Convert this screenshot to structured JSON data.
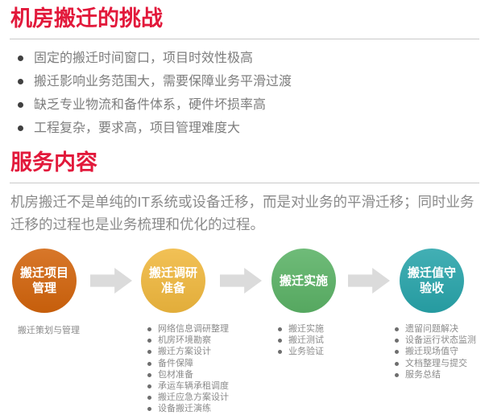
{
  "colors": {
    "accent_red": "#e2193b",
    "divider_gray": "#c9c9c9",
    "arrow_gray": "#dbdbdb",
    "body_text_gray": "#8a8a8a"
  },
  "challenges": {
    "title": "机房搬迁的挑战",
    "items": [
      "固定的搬迁时间窗口，项目时效性极高",
      "搬迁影响业务范围大，需要保障业务平滑过渡",
      "缺乏专业物流和备件体系，硬件坏损率高",
      "工程复杂，要求高，项目管理难度大"
    ]
  },
  "services": {
    "title": "服务内容",
    "intro": "机房搬迁不是单纯的IT系统或设备迁移，而是对业务的平滑迁移；同时业务迁移的过程也是业务梳理和优化的过程。"
  },
  "flow": {
    "steps": [
      {
        "label": "搬迁项目\n管理",
        "color": "#d2640c",
        "note": "搬迁策划与管理",
        "items": []
      },
      {
        "label": "搬迁调研\n准备",
        "color": "#f0b83e",
        "note": "",
        "items": [
          "网络信息调研整理",
          "机房环境勘察",
          "搬迁方案设计",
          "备件保障",
          "包材准备",
          "承运车辆承租调度",
          "搬迁应急方案设计",
          "设备搬迁演练"
        ]
      },
      {
        "label": "搬迁实施",
        "color": "#5bb266",
        "note": "",
        "items": [
          "搬迁实施",
          "搬迁测试",
          "业务验证"
        ]
      },
      {
        "label": "搬迁值守\n验收",
        "color": "#28a4aa",
        "note": "",
        "items": [
          "遗留问题解决",
          "设备运行状态监测",
          "搬迁现场值守",
          "文档整理与提交",
          "服务总结"
        ]
      }
    ]
  }
}
